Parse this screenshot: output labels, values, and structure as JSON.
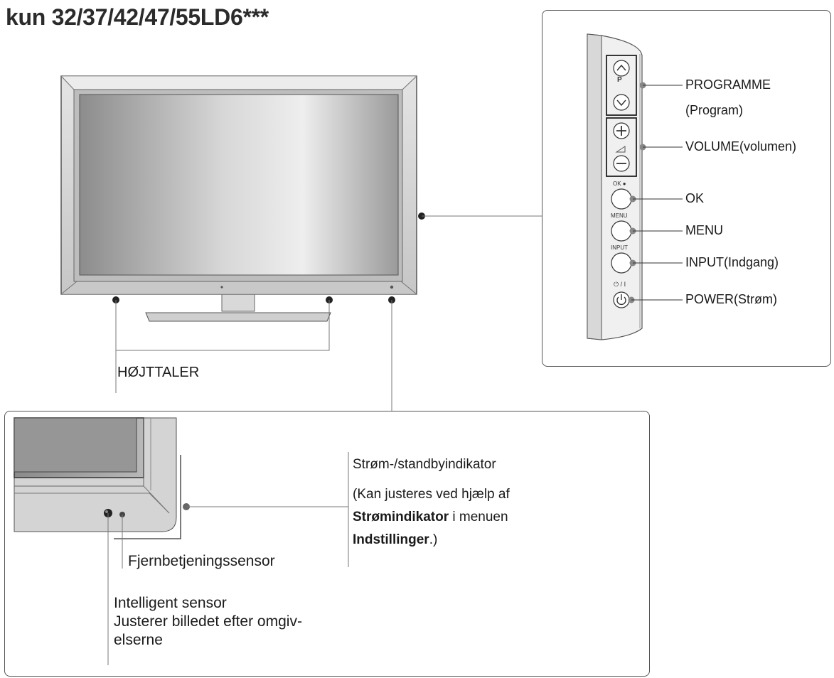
{
  "title": "kun 32/37/42/47/55LD6***",
  "tv": {
    "speaker_label": "HØJTTALER"
  },
  "side_panel": {
    "p_letter": "P",
    "ok_small": "OK ●",
    "menu_small": "MENU",
    "input_small": "INPUT",
    "power_small": "⏻ / I",
    "buttons": {
      "programme": "PROGRAMME",
      "programme_sub": "(Program)",
      "volume": "VOLUME(volumen)",
      "ok": "OK",
      "menu": "MENU",
      "input": "INPUT(Indgang)",
      "power": "POWER(Strøm)"
    }
  },
  "detail": {
    "indicator_title": "Strøm-/standbyindikator",
    "indicator_line1": "(Kan justeres ved hjælp af",
    "indicator_bold1": "Strømindikator",
    "indicator_mid": " i menuen",
    "indicator_bold2": "Indstillinger",
    "indicator_end": ".)",
    "remote_sensor": "Fjernbetjeningssensor",
    "intelligent_sensor": "Intelligent sensor",
    "intelligent_desc1": "Justerer billedet efter omgiv-",
    "intelligent_desc2": "elserne"
  },
  "colors": {
    "outline": "#555555",
    "screen_dark": "#8a8a8a",
    "screen_light": "#e6e6e6",
    "bezel": "#d2d2d2"
  }
}
